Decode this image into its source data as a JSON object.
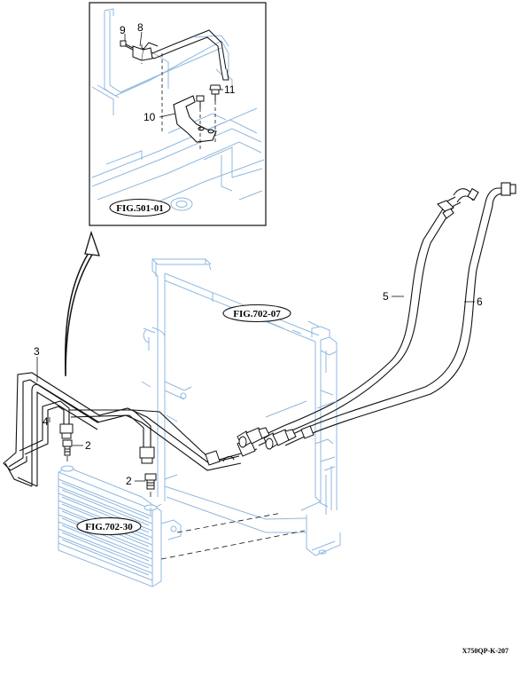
{
  "colors": {
    "line": "#111111",
    "blue_ref": "#8fb8df",
    "blue_light": "#bcd6ee",
    "fig_bubble_fill": "#ffffff"
  },
  "fig_refs": {
    "inset": "FIG.501-01",
    "radiator": "FIG.702-07",
    "cooler": "FIG.702-30"
  },
  "callouts": {
    "c2a": "2",
    "c2b": "2",
    "c3": "3",
    "c4": "4",
    "c5": "5",
    "c6": "6",
    "c8": "8",
    "c9": "9",
    "c10": "10",
    "c11": "11"
  },
  "drawing_number": "X750QP-K-207"
}
